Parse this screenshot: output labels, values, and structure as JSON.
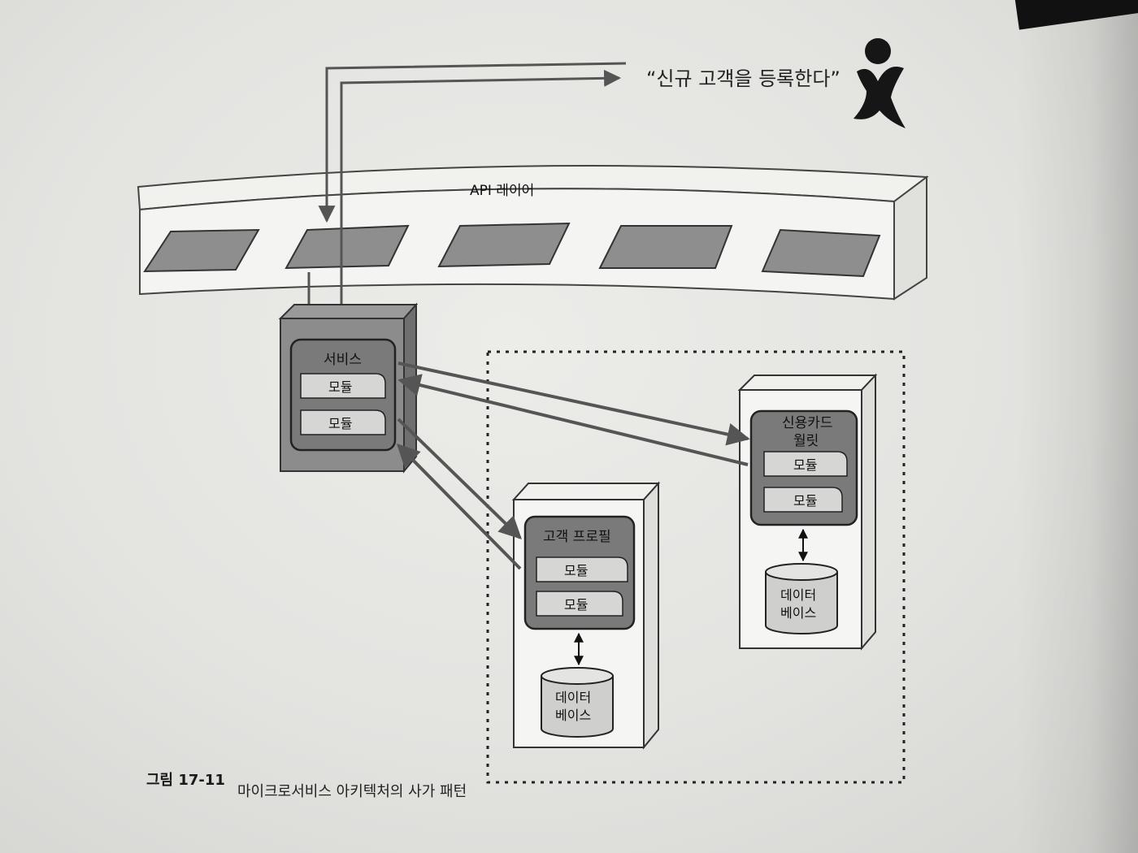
{
  "figure": {
    "quote": "“신규 고객을 등록한다”",
    "api_layer": {
      "label": "API 레이어",
      "endpoint_count": 5
    },
    "service": {
      "title": "서비스",
      "modules": [
        "모듈",
        "모듈"
      ]
    },
    "customer_profile": {
      "title": "고객 프로필",
      "modules": [
        "모듈",
        "모듈"
      ],
      "database": [
        "데이터",
        "베이스"
      ]
    },
    "credit_wallet": {
      "title_lines": [
        "신용카드",
        "월릿"
      ],
      "modules": [
        "모듈",
        "모듈"
      ],
      "database": [
        "데이터",
        "베이스"
      ]
    },
    "caption": {
      "number": "그림 17-11",
      "text": "마이크로서비스 아키텍처의 사가 패턴"
    }
  },
  "icons": {
    "actor": "person-actor-icon"
  },
  "colors": {
    "box_dark": "#8c8c8c",
    "box_light": "#f4f4f2",
    "module": "#d6d6d4",
    "line": "#555555"
  }
}
